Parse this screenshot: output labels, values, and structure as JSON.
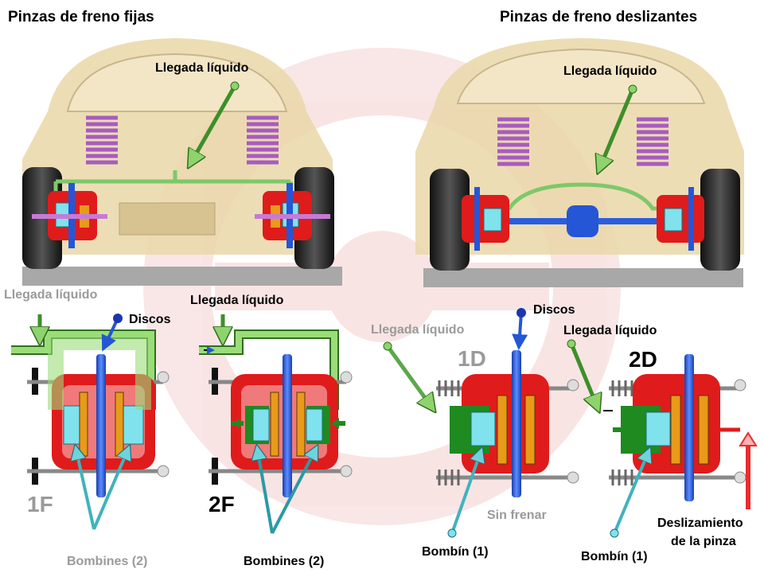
{
  "titles": {
    "fixed": "Pinzas de  freno fijas",
    "sliding": "Pinzas de  freno deslizantes"
  },
  "labels": {
    "fluid_inlet_top_left": "Llegada líquido",
    "fluid_inlet_top_right": "Llegada líquido",
    "fluid_inlet_1f": "Llegada líquido",
    "fluid_inlet_2f": "Llegada líquido",
    "fluid_inlet_1d": "Llegada líquido",
    "fluid_inlet_2d": "Llegada líquido",
    "discs_left": "Discos",
    "discs_right": "Discos",
    "cylinders_2_1f": "Bombines (2)",
    "cylinders_2_2f": "Bombines (2)",
    "cylinder_1_1d": "Bombín (1)",
    "cylinder_1_2d": "Bombín (1)",
    "not_braking": "Sin frenar",
    "caliper_slide_line1": "Deslizamiento",
    "caliper_slide_line2": "de la pinza",
    "fig_1f": "1F",
    "fig_2f": "2F",
    "fig_1d": "1D",
    "fig_2d": "2D"
  },
  "colors": {
    "fluid_line": "#8ed36d",
    "fluid_line_dark": "#3d8f2a",
    "caliper": "#e01b1b",
    "disc": "#2456d6",
    "piston": "#7fe2ec",
    "pad": "#e89a1a",
    "spring": "#c77ad6",
    "car_body": "#ead7a8",
    "ground": "#a8a8a8",
    "arrow_cyan": "#6fd3dc",
    "arrow_green": "#3c9a2a",
    "arrow_red": "#ee2b2b"
  }
}
